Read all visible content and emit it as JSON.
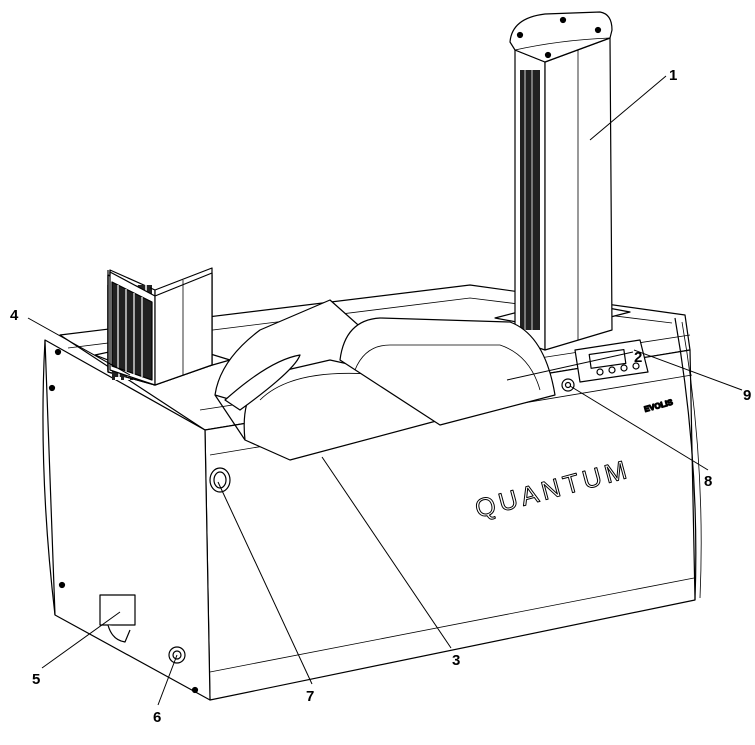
{
  "figure": {
    "brand_text": "QUANTUM",
    "model_badge": "EVOLIS",
    "callouts": [
      {
        "id": "1",
        "label": "1"
      },
      {
        "id": "2",
        "label": "2"
      },
      {
        "id": "3",
        "label": "3"
      },
      {
        "id": "4",
        "label": "4"
      },
      {
        "id": "5",
        "label": "5"
      },
      {
        "id": "6",
        "label": "6"
      },
      {
        "id": "7",
        "label": "7"
      },
      {
        "id": "8",
        "label": "8"
      },
      {
        "id": "9",
        "label": "9"
      }
    ]
  },
  "colors": {
    "line": "#000000",
    "fill": "#ffffff",
    "dark_groove": "#222222"
  }
}
